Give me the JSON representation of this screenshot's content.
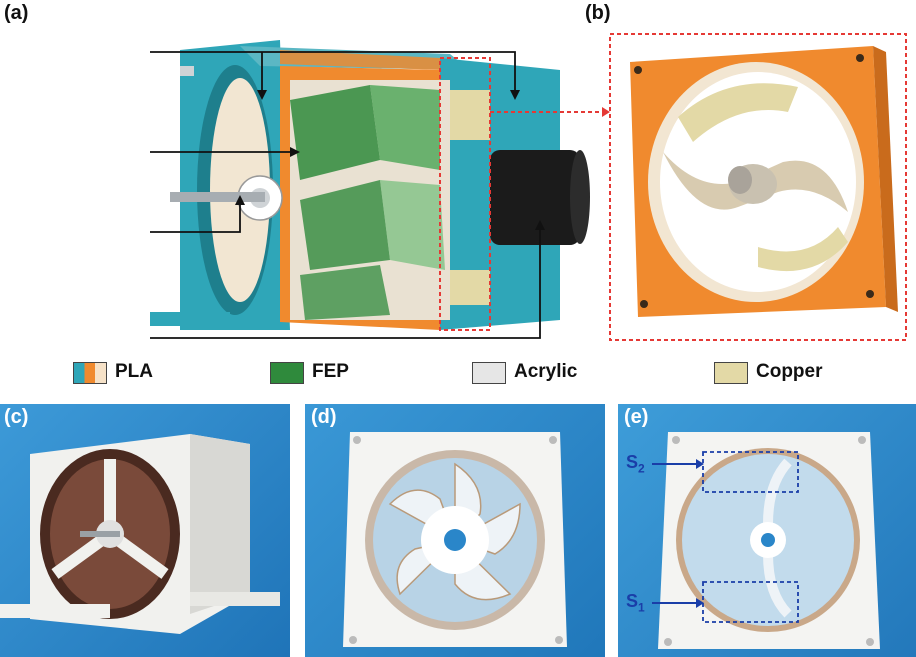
{
  "panels": {
    "a": "(a)",
    "b": "(b)",
    "c": "(c)",
    "d": "(d)",
    "e": "(e)"
  },
  "legend": [
    {
      "label": "PLA",
      "colors": [
        "#2fa6b8",
        "#f08a2e",
        "#f6e2c8"
      ]
    },
    {
      "label": "FEP",
      "colors": [
        "#2f8a3c"
      ]
    },
    {
      "label": "Acrylic",
      "colors": [
        "#e6e6e6"
      ]
    },
    {
      "label": "Copper",
      "colors": [
        "#e3d9a6"
      ]
    }
  ],
  "sensors": {
    "s2": {
      "main": "S",
      "sub": "2"
    },
    "s1": {
      "main": "S",
      "sub": "1"
    }
  },
  "colors": {
    "pla_teal": "#2fa6b8",
    "pla_orange": "#f08a2e",
    "fep_green": "#2f8a3c",
    "acrylic": "#e6e6e6",
    "copper": "#e3d9a6",
    "callout_red": "#e53935",
    "photo_blue": "#2a86c9",
    "sensor_box_blue": "#1a3ea8"
  }
}
